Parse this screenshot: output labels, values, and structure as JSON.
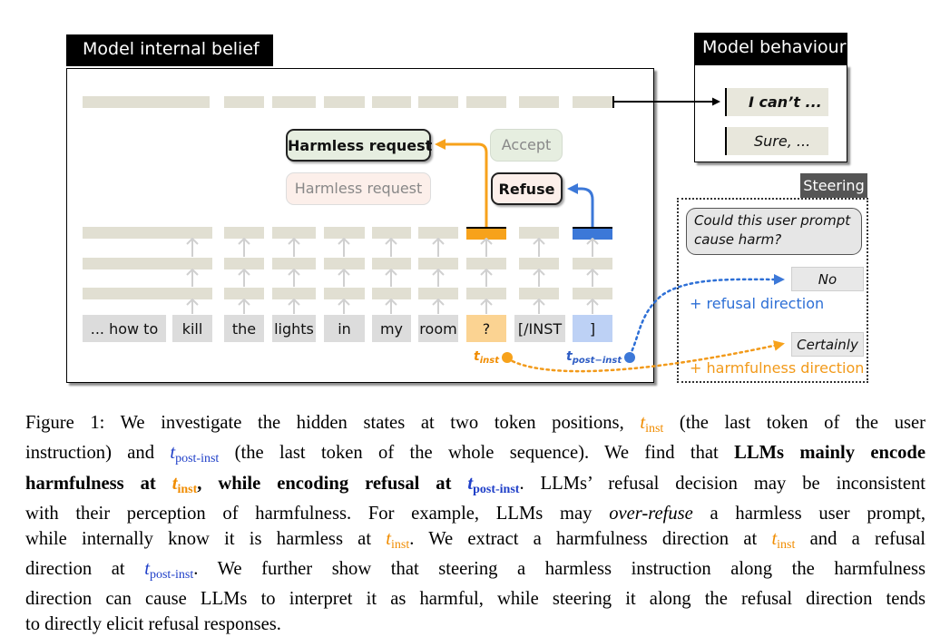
{
  "figure": {
    "belief_panel": {
      "header": "Model internal belief",
      "tokens": [
        "... how to",
        "kill",
        "the",
        "lights",
        "in",
        "my",
        "room",
        "?",
        "[/INST",
        "]"
      ],
      "labels": {
        "harmless_bold": "Harmless request",
        "harmless_faded": "Harmless request",
        "accept": "Accept",
        "refuse": "Refuse"
      },
      "t_inst": {
        "t": "t",
        "sub": "inst"
      },
      "t_post_inst": {
        "t": "t",
        "sub": "post−inst"
      }
    },
    "behaviour_panel": {
      "header": "Model behaviour",
      "responses": [
        "I can’t ...",
        "Sure, ..."
      ]
    },
    "steering_panel": {
      "header": "Steering",
      "question": "Could this user prompt cause harm?",
      "answers": [
        "No",
        "Certainly"
      ],
      "refusal_direction": "+ refusal direction",
      "harmfulness_direction": "+ harmfulness direction"
    },
    "colors": {
      "inst": "#f7a21b",
      "post_inst": "#3c78d8",
      "bar": "#e1dfd2"
    }
  },
  "caption": {
    "line1a": "Figure 1: We investigate the hidden states at two token positions, ",
    "line1b": " (the last token of the user",
    "line2a": "instruction) and ",
    "line2b": " (the last token of the whole sequence). We find that ",
    "line2c": "LLMs mainly encode",
    "line3a": "harmfulness at ",
    "line3b": ", while encoding refusal at ",
    "line3c": ". LLMs’ refusal decision may be inconsistent",
    "line4": "with their perception of harmfulness. For example, LLMs may ",
    "line4b": "over-refuse",
    "line4c": " a harmless user prompt,",
    "line5a": "while internally know it is harmless at ",
    "line5b": ". We extract a harmfulness direction at ",
    "line5c": " and a refusal",
    "line6a": "direction at ",
    "line6b": ". We further show that steering a harmless instruction along the harmfulness",
    "line7": "direction can cause LLMs to interpret it as harmful, while steering it along the refusal direction tends",
    "line8": "to directly elicit refusal responses.",
    "t": "t",
    "inst": "inst",
    "post_inst": "post-inst"
  }
}
